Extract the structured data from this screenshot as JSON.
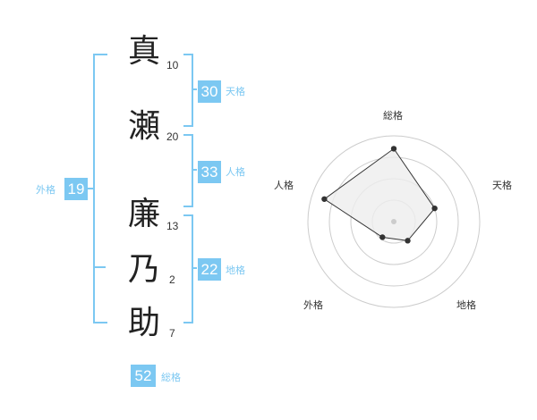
{
  "name_chars": [
    {
      "char": "真",
      "strokes": "10"
    },
    {
      "char": "瀬",
      "strokes": "20"
    },
    {
      "char": "廉",
      "strokes": "13"
    },
    {
      "char": "乃",
      "strokes": "2"
    },
    {
      "char": "助",
      "strokes": "7"
    }
  ],
  "fortune": {
    "tenkaku": {
      "value": "30",
      "label": "天格"
    },
    "jinkaku": {
      "value": "33",
      "label": "人格"
    },
    "chikaku": {
      "value": "22",
      "label": "地格"
    },
    "gaikaku": {
      "value": "19",
      "label": "外格"
    },
    "soukaku": {
      "value": "52",
      "label": "総格"
    }
  },
  "colors": {
    "accent": "#7cc8f2",
    "text": "#222222",
    "radar_fill": "#eeeeee",
    "ring": "#cccccc"
  },
  "chart_data": {
    "type": "radar",
    "axes": [
      "総格",
      "天格",
      "地格",
      "外格",
      "人格"
    ],
    "levels": 4,
    "values": [
      3.4,
      2.0,
      1.1,
      0.9,
      3.4
    ],
    "max": 4
  }
}
